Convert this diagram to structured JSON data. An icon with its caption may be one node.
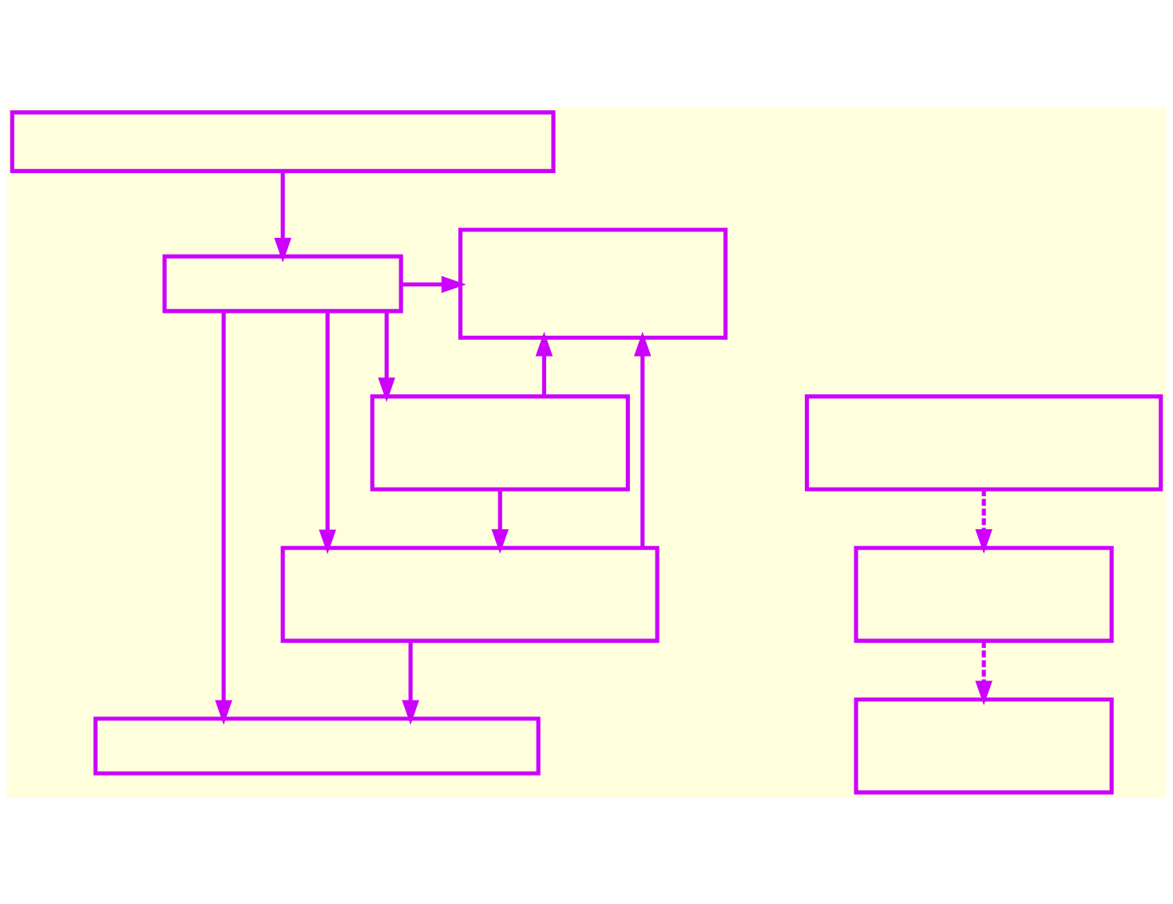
{
  "diagram": {
    "nodes": [
      {
        "text": [],
        "shape": "box"
      },
      {
        "text": [],
        "shape": "box"
      },
      {
        "text": [],
        "shape": "box"
      },
      {
        "text": [],
        "shape": "box"
      },
      {
        "text": [],
        "shape": "box"
      },
      {
        "text": [],
        "shape": "box"
      },
      {
        "text": [],
        "shape": "box"
      },
      {
        "text": [],
        "shape": "box"
      },
      {
        "text": [],
        "shape": "box"
      }
    ],
    "edges": [
      {
        "from": 0,
        "to": 1,
        "arrow": "to"
      },
      {
        "from": 1,
        "to": 2,
        "arrow": "to"
      },
      {
        "from": 1,
        "to": 3,
        "arrow": "to"
      },
      {
        "from": 1,
        "to": 5,
        "arrow": "to"
      },
      {
        "from": 1,
        "to": 7,
        "arrow": "to"
      },
      {
        "from": 3,
        "to": 5,
        "arrow": "to"
      },
      {
        "from": 3,
        "to": 2,
        "arrow": "to"
      },
      {
        "from": 4,
        "to": 6,
        "arrow": "to",
        "style": "dashed"
      },
      {
        "from": 5,
        "to": 7,
        "arrow": "to"
      },
      {
        "from": 5,
        "to": 2,
        "arrow": "to"
      },
      {
        "from": 6,
        "to": 8,
        "arrow": "to",
        "style": "dashed"
      }
    ]
  }
}
